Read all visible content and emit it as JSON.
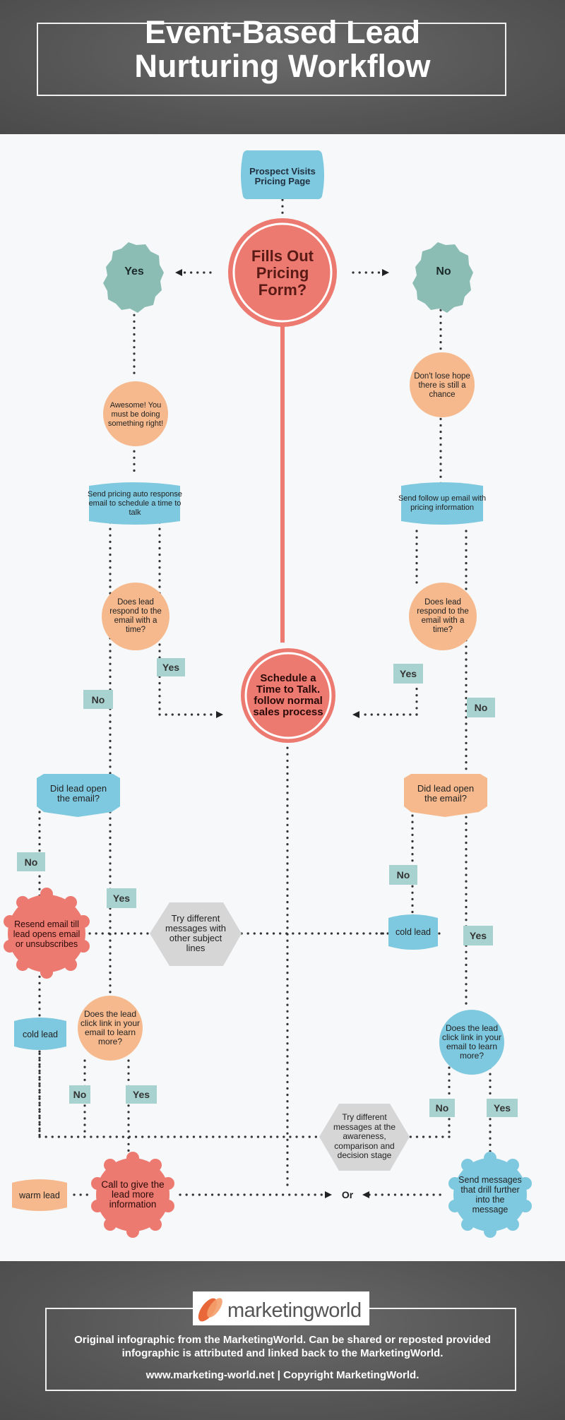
{
  "header": {
    "title_line1": "Event-Based Lead",
    "title_line2": "Nurturing Workflow"
  },
  "nodes": {
    "start": "Prospect Visits Pricing Page",
    "fills_form": "Fills Out Pricing Form?",
    "yes_main": "Yes",
    "no_main": "No",
    "awesome": "Awesome! You must be doing something right!",
    "dont_lose": "Don't lose hope there is still a chance",
    "send_pricing": "Send pricing auto response email to schedule a time to talk",
    "send_followup": "Send follow up email with pricing information",
    "respond_left": "Does lead respond to the email with a time?",
    "respond_right": "Does lead respond to the email with a time?",
    "schedule": "Schedule a Time to Talk. follow normal sales process",
    "open_left": "Did lead open the email?",
    "open_right": "Did lead open the email?",
    "resend": "Resend email till lead opens email or unsubscribes",
    "try_subject": "Try different messages with other subject lines",
    "cold_left": "cold lead",
    "cold_right": "cold lead",
    "click_left": "Does the lead click link in your email to learn more?",
    "click_right": "Does the lead click link in your email to learn more?",
    "try_awareness": "Try different messages at the awareness, comparison and decision stage",
    "warm": "warm lead",
    "call": "Call to give the lead more information",
    "or": "Or",
    "send_drill": "Send messages that drill further into the message"
  },
  "pills": {
    "yes_a": "Yes",
    "no_a": "No",
    "yes_b": "Yes",
    "no_b": "No",
    "no_c": "No",
    "yes_c": "Yes",
    "no_d": "No",
    "yes_d": "Yes",
    "no_e": "No",
    "yes_e": "Yes",
    "no_f": "No",
    "yes_f": "Yes"
  },
  "footer": {
    "logo": "marketingworld",
    "line1": "Original infographic from the MarketingWorld. Can be shared or reposted provided",
    "line2": "infographic is attributed and linked back to the MarketingWorld.",
    "line3": "www.marketing-world.net  |  Copyright MarketingWorld."
  },
  "colors": {
    "blue": "#7ec9e0",
    "teal": "#8cbdb4",
    "coral": "#ed7a70",
    "peach": "#f6b98d",
    "grey": "#d6d6d6",
    "pill": "#a8d2cf",
    "dots": "#333333"
  }
}
